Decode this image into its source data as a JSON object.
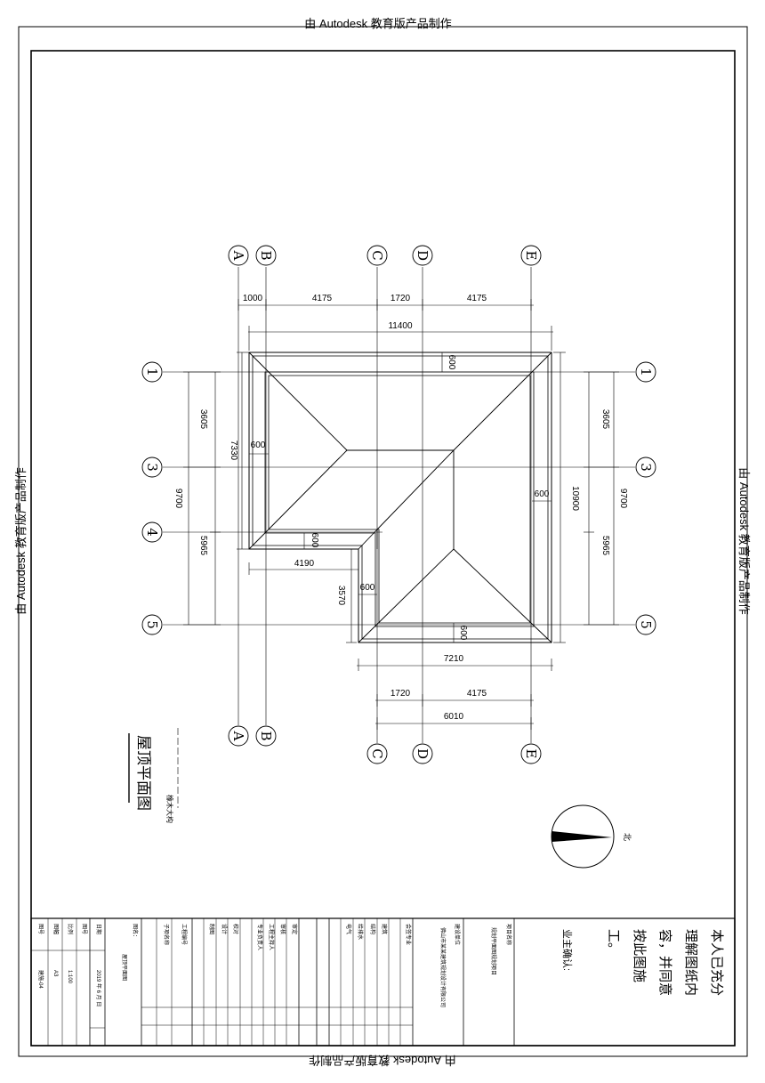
{
  "watermark": "由 Autodesk 教育版产品制作",
  "plan_title": "屋顶平面图",
  "plan_note": "橡木大构",
  "axes_top": [
    "A",
    "B",
    "C",
    "D",
    "E"
  ],
  "axes_side": [
    "1",
    "3",
    "4",
    "5"
  ],
  "dims_top": [
    "1000",
    "4175",
    "1720",
    "4175"
  ],
  "dim_overall_top": "11400",
  "dims_left": [
    "3605",
    "5965"
  ],
  "dim_left_total": "9700",
  "dim_left_inner": "7330",
  "dims_right": [
    "3605",
    "5965"
  ],
  "dim_right_total": "9700",
  "dim_right_inner": "10900",
  "overhang": "600",
  "dim_lower_left_w": "4190",
  "dim_lower_h": "3570",
  "dim_bottom_overall": "7210",
  "dims_bottom": [
    "1720",
    "4175"
  ],
  "dim_bottom_total": "6010",
  "north_label": "北",
  "confirm": {
    "lines": [
      "本人已充分",
      "理解图纸内",
      "容，并同意",
      "按此图施",
      "工。"
    ],
    "owner_label": "业主确认:"
  },
  "titleblock": {
    "project_label": "项目名称",
    "project_value": "规划平面图规划项目",
    "unit_label": "建设单位",
    "unit_value": "佛山市某某建筑规划设计有限公司",
    "sig_labels": [
      "审定",
      "审核",
      "工程主持人",
      "专业负责人",
      "校对",
      "设计",
      "制图",
      "工程编号",
      "子项名称"
    ],
    "sig_labels2": [
      "会签专业",
      "建筑",
      "结构",
      "给排水",
      "电气"
    ],
    "drawing_name_label": "图名：",
    "drawing_name_value": "屋顶平面图",
    "info_labels": [
      "日期",
      "图号",
      "比例",
      "图幅",
      "图号"
    ],
    "info_values": [
      "2019 年 6 月 日",
      "",
      "1:100",
      "A3",
      "建施-04"
    ]
  }
}
